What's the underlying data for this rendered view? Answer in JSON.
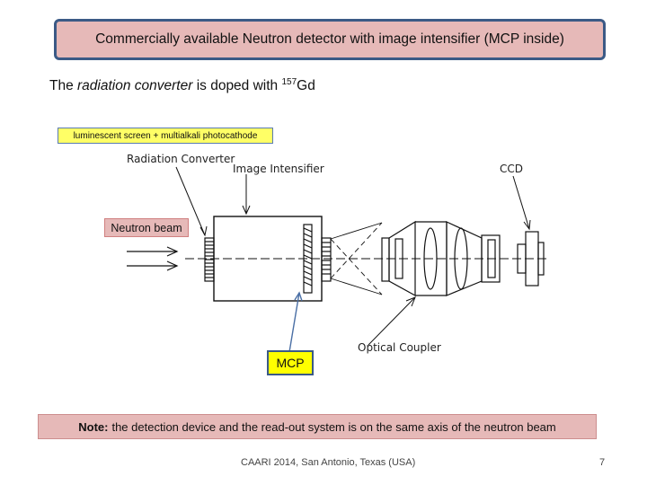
{
  "title": "Commercially available Neutron detector with image intensifier (MCP inside)",
  "subtitle": {
    "prefix": "The ",
    "italic": "radiation converter",
    "middle": " is doped with ",
    "superscript": "157",
    "element": "Gd"
  },
  "callouts": {
    "photocathode": "luminescent screen + multialkali photocathode",
    "neutron_beam": "Neutron beam",
    "mcp": "MCP"
  },
  "diagram_labels": {
    "radiation_converter": "Radiation Converter",
    "image_intensifier": "Image Intensifier",
    "ccd": "CCD",
    "optical_coupler": "Optical Coupler"
  },
  "note": {
    "label": "Note:",
    "text": "the detection device and the read-out system  is on the same axis of the neutron beam"
  },
  "footer": "CAARI 2014, San Antonio, Texas (USA)",
  "page_number": "7",
  "colors": {
    "pink_fill": "#e6b9b8",
    "blue_border": "#3b5a86",
    "yellow_fill": "#ffff66",
    "mcp_fill": "#ffff00"
  }
}
